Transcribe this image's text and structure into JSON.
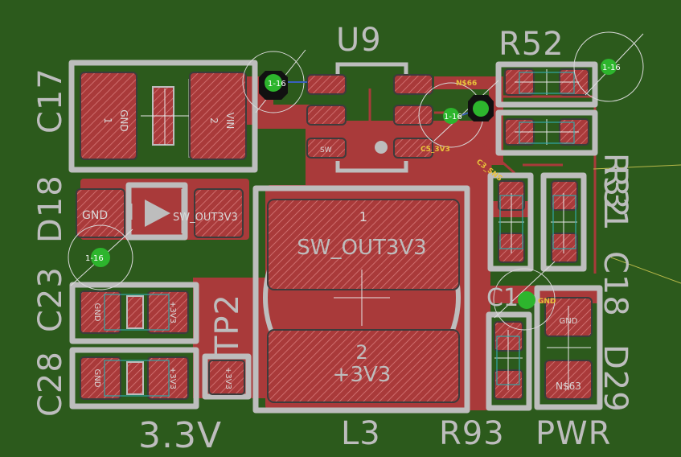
{
  "colors": {
    "board": "#2c5a1c",
    "copper": "#a93a3a",
    "silkscreen": "#bdbdbd",
    "via": "#2db52d",
    "net_label": "#e8c23a"
  },
  "references": {
    "u9": "U9",
    "r52": "R52",
    "c17": "C17",
    "r32": "R32",
    "d18": "D18",
    "r31": "R31",
    "c23": "C23",
    "tp2": "TP2",
    "c18": "C18",
    "c28": "C28",
    "d29": "D29",
    "c1": "C1",
    "label_3v3": "3.3V",
    "l3": "L3",
    "r93": "R93",
    "pwr": "PWR"
  },
  "pads": {
    "c17_pin1": "1",
    "c17_gnd": "GND",
    "c17_pin2": "2",
    "c17_vin": "VIN",
    "d18_gnd": "GND",
    "d18_out": "SW_OUT3V3",
    "l3_pin1": "1",
    "l3_net1": "SW_OUT3V3",
    "l3_pin2": "2",
    "l3_net2": "+3V3",
    "c23_gnd": "GND",
    "c23_v": "+3V3",
    "c28_gnd": "GND",
    "c28_v": "+3V3",
    "tp2_net": "+3V3",
    "d29_gnd": "GND",
    "d29_net": "N$63",
    "u9_pin": "SW"
  },
  "nets": {
    "n66": "N$66",
    "c5_3v3": "C5_3V3",
    "c3_sns": "C3_SNS",
    "gnd": "GND"
  },
  "vias": {
    "label": "1-16"
  }
}
